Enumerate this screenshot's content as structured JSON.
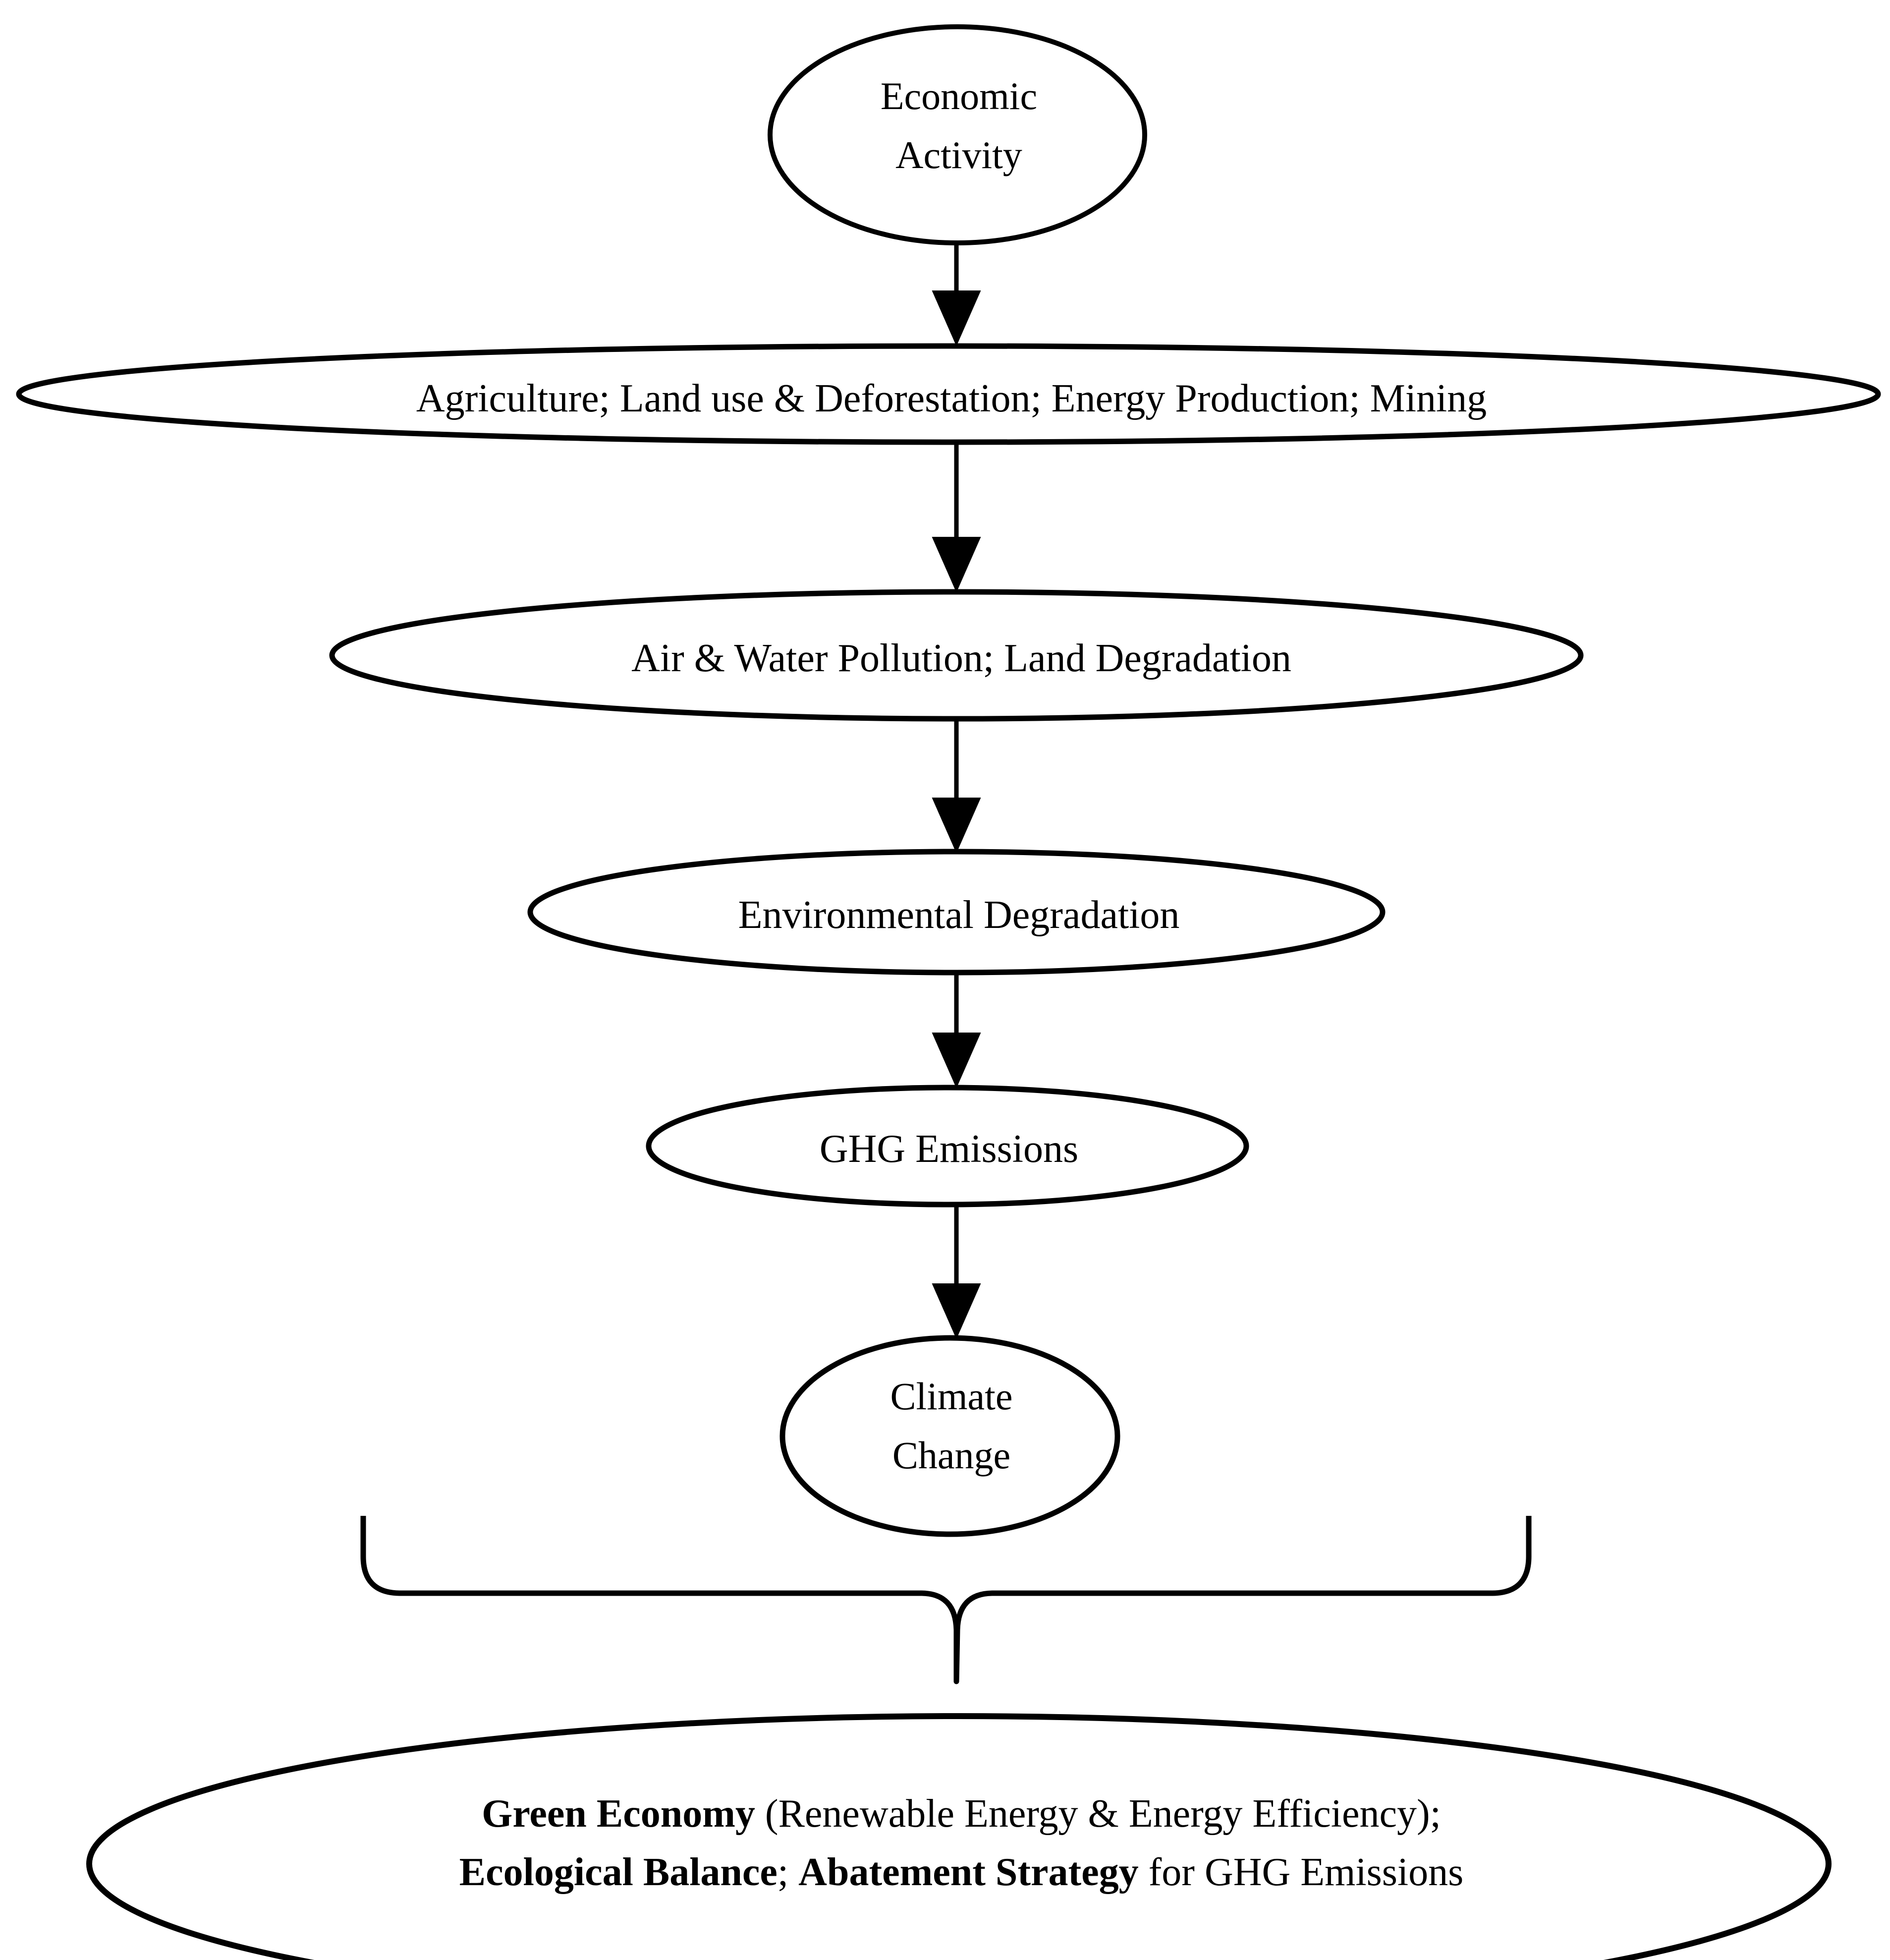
{
  "figure": {
    "type": "flowchart",
    "orientation": "top-to-bottom",
    "background_color": "#ffffff",
    "stroke_color": "#000000",
    "text_color": "#000000"
  },
  "nodes": {
    "economic_activity": {
      "label": "Economic\nActivity",
      "shape": "ellipse"
    },
    "sectors": {
      "label": "Agriculture; Land use & Deforestation; Energy Production; Mining",
      "shape": "ellipse"
    },
    "pollution": {
      "label": "Air & Water Pollution; Land Degradation",
      "shape": "ellipse"
    },
    "environmental_degradation": {
      "label": "Environmental Degradation",
      "shape": "ellipse"
    },
    "ghg_emissions": {
      "label": "GHG Emissions",
      "shape": "ellipse"
    },
    "climate_change": {
      "label": "Climate\nChange",
      "shape": "ellipse"
    },
    "response": {
      "shape": "ellipse",
      "line1_bold": "Green Economy",
      "line1_rest": " (Renewable Energy & Energy Efficiency);",
      "line2_bold_a": "Ecological Balance",
      "line2_sep": "; ",
      "line2_bold_b": "Abatement Strategy",
      "line2_rest": " for GHG Emissions"
    }
  },
  "edges": [
    {
      "from": "economic_activity",
      "to": "sectors",
      "style": "solid-arrow"
    },
    {
      "from": "sectors",
      "to": "pollution",
      "style": "solid-arrow"
    },
    {
      "from": "pollution",
      "to": "environmental_degradation",
      "style": "solid-arrow"
    },
    {
      "from": "environmental_degradation",
      "to": "ghg_emissions",
      "style": "solid-arrow"
    },
    {
      "from": "ghg_emissions",
      "to": "climate_change",
      "style": "solid-arrow"
    }
  ],
  "brace": {
    "orientation": "down",
    "groups": [
      "economic_activity",
      "sectors",
      "pollution",
      "environmental_degradation",
      "ghg_emissions",
      "climate_change"
    ],
    "points_to": "response"
  }
}
